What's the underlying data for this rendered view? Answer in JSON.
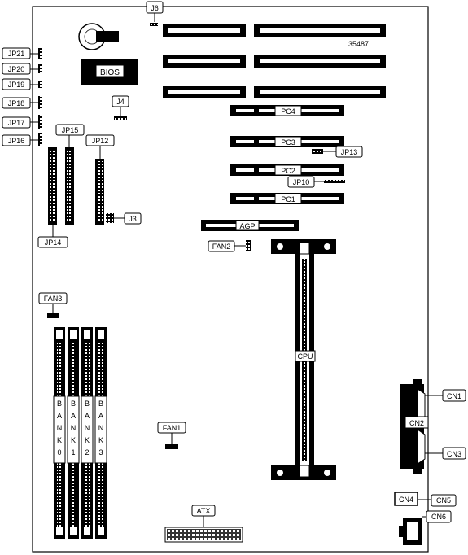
{
  "board_id": "35487",
  "labels": {
    "j6": "J6",
    "j4": "J4",
    "j3": "J3",
    "jp21": "JP21",
    "jp20": "JP20",
    "jp19": "JP19",
    "jp18": "JP18",
    "jp17": "JP17",
    "jp16": "JP16",
    "jp15": "JP15",
    "jp14": "JP14",
    "jp12": "JP12",
    "jp13": "JP13",
    "jp10": "JP10",
    "bios": "BIOS",
    "pc1": "PC1",
    "pc2": "PC2",
    "pc3": "PC3",
    "pc4": "PC4",
    "agp": "AGP",
    "fan1": "FAN1",
    "fan2": "FAN2",
    "fan3": "FAN3",
    "cpu": "CPU",
    "atx": "ATX",
    "cn1": "CN1",
    "cn2": "CN2",
    "cn3": "CN3",
    "cn4": "CN4",
    "cn5": "CN5",
    "cn6": "CN6"
  },
  "banks": [
    {
      "chars": [
        "B",
        "A",
        "N",
        "K",
        "0"
      ]
    },
    {
      "chars": [
        "B",
        "A",
        "N",
        "K",
        "1"
      ]
    },
    {
      "chars": [
        "B",
        "A",
        "N",
        "K",
        "2"
      ]
    },
    {
      "chars": [
        "B",
        "A",
        "N",
        "K",
        "3"
      ]
    }
  ],
  "colors": {
    "ink": "#000000",
    "paper": "#ffffff"
  }
}
